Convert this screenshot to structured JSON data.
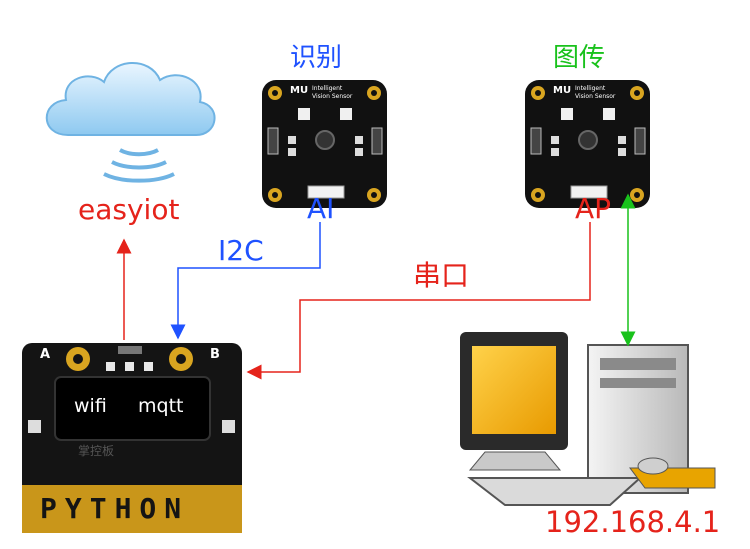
{
  "labels": {
    "easyiot": "easyiot",
    "ai_title": "识别",
    "ai_port": "AI",
    "ap_title": "图传",
    "ap_port": "AP",
    "i2c": "I2C",
    "serial": "串口",
    "ip": "192.168.4.1"
  },
  "sensor": {
    "brand": "MU",
    "line1": "Intelligent",
    "line2": "Vision Sensor"
  },
  "board": {
    "pin_a": "A",
    "pin_b": "B",
    "screen_left": "wifi",
    "screen_right": "mqtt",
    "logo": "掌控板",
    "bottom_text": "PYTHON"
  },
  "colors": {
    "red": "#e5231b",
    "blue": "#1f52ff",
    "green": "#19c21c"
  }
}
